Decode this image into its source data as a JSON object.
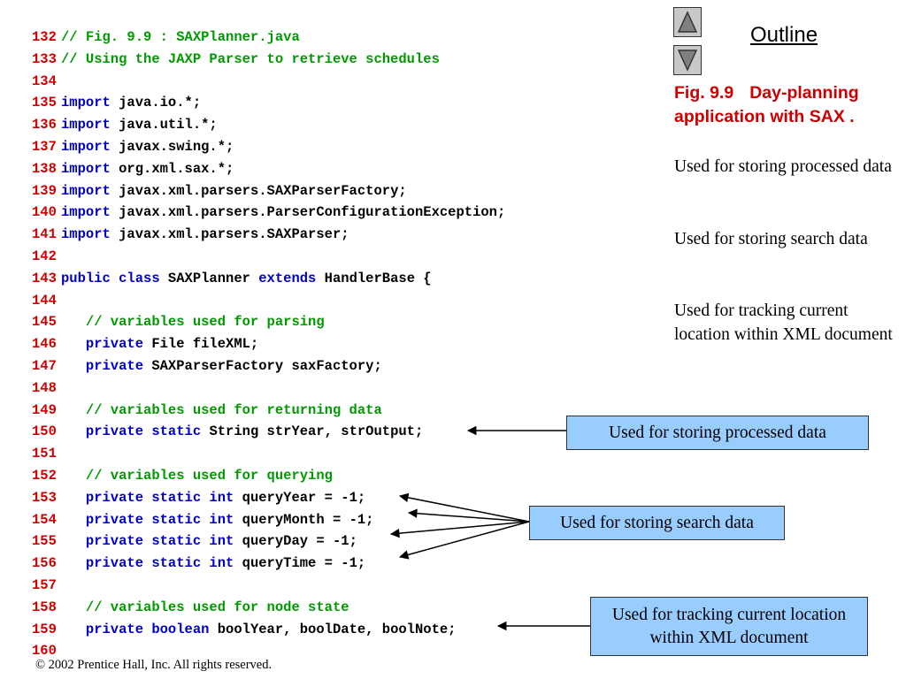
{
  "code_lines": [
    {
      "num": "132",
      "parts": [
        {
          "t": "// Fig. 9.9 : SAXPlanner.java",
          "c": "cm"
        }
      ]
    },
    {
      "num": "133",
      "parts": [
        {
          "t": "// Using the JAXP Parser to retrieve schedules",
          "c": "cm"
        }
      ]
    },
    {
      "num": "134",
      "parts": []
    },
    {
      "num": "135",
      "parts": [
        {
          "t": "import",
          "c": "kw"
        },
        {
          "t": " java.io.*;",
          "c": "tx"
        }
      ]
    },
    {
      "num": "136",
      "parts": [
        {
          "t": "import",
          "c": "kw"
        },
        {
          "t": " java.util.*;",
          "c": "tx"
        }
      ]
    },
    {
      "num": "137",
      "parts": [
        {
          "t": "import",
          "c": "kw"
        },
        {
          "t": " javax.swing.*;",
          "c": "tx"
        }
      ]
    },
    {
      "num": "138",
      "parts": [
        {
          "t": "import",
          "c": "kw"
        },
        {
          "t": " org.xml.sax.*;",
          "c": "tx"
        }
      ]
    },
    {
      "num": "139",
      "parts": [
        {
          "t": "import",
          "c": "kw"
        },
        {
          "t": " javax.xml.parsers.SAXParserFactory;",
          "c": "tx"
        }
      ]
    },
    {
      "num": "140",
      "parts": [
        {
          "t": "import",
          "c": "kw"
        },
        {
          "t": " javax.xml.parsers.ParserConfigurationException;",
          "c": "tx"
        }
      ]
    },
    {
      "num": "141",
      "parts": [
        {
          "t": "import",
          "c": "kw"
        },
        {
          "t": " javax.xml.parsers.SAXParser;",
          "c": "tx"
        }
      ]
    },
    {
      "num": "142",
      "parts": []
    },
    {
      "num": "143",
      "parts": [
        {
          "t": "public class",
          "c": "kw"
        },
        {
          "t": " SAXPlanner ",
          "c": "tx"
        },
        {
          "t": "extends",
          "c": "kw"
        },
        {
          "t": " HandlerBase {",
          "c": "tx"
        }
      ]
    },
    {
      "num": "144",
      "parts": []
    },
    {
      "num": "145",
      "parts": [
        {
          "t": "   // variables used for parsing",
          "c": "cm"
        }
      ]
    },
    {
      "num": "146",
      "parts": [
        {
          "t": "   private",
          "c": "kw"
        },
        {
          "t": " File fileXML;",
          "c": "tx"
        }
      ]
    },
    {
      "num": "147",
      "parts": [
        {
          "t": "   private",
          "c": "kw"
        },
        {
          "t": " SAXParserFactory saxFactory;",
          "c": "tx"
        }
      ]
    },
    {
      "num": "148",
      "parts": []
    },
    {
      "num": "149",
      "parts": [
        {
          "t": "   // variables used for returning data",
          "c": "cm"
        }
      ]
    },
    {
      "num": "150",
      "parts": [
        {
          "t": "   private static",
          "c": "kw"
        },
        {
          "t": " String strYear, strOutput;",
          "c": "tx"
        }
      ]
    },
    {
      "num": "151",
      "parts": []
    },
    {
      "num": "152",
      "parts": [
        {
          "t": "   // variables used for querying",
          "c": "cm"
        }
      ]
    },
    {
      "num": "153",
      "parts": [
        {
          "t": "   private static int",
          "c": "kw"
        },
        {
          "t": " queryYear = -1;",
          "c": "tx"
        }
      ]
    },
    {
      "num": "154",
      "parts": [
        {
          "t": "   private static int",
          "c": "kw"
        },
        {
          "t": " queryMonth = -1;",
          "c": "tx"
        }
      ]
    },
    {
      "num": "155",
      "parts": [
        {
          "t": "   private static int",
          "c": "kw"
        },
        {
          "t": " queryDay = -1;",
          "c": "tx"
        }
      ]
    },
    {
      "num": "156",
      "parts": [
        {
          "t": "   private static int",
          "c": "kw"
        },
        {
          "t": " queryTime = -1;",
          "c": "tx"
        }
      ]
    },
    {
      "num": "157",
      "parts": []
    },
    {
      "num": "158",
      "parts": [
        {
          "t": "   // variables used for node state",
          "c": "cm"
        }
      ]
    },
    {
      "num": "159",
      "parts": [
        {
          "t": "   private boolean",
          "c": "kw"
        },
        {
          "t": " boolYear, boolDate, boolNote;",
          "c": "tx"
        }
      ]
    },
    {
      "num": "160",
      "parts": []
    }
  ],
  "outline": {
    "title": "Outline",
    "up_icon": "triangle-up-icon",
    "down_icon": "triangle-down-icon",
    "caption_label": "Fig. 9.9",
    "caption_text": "Day-planning application with SAX .",
    "notes": [
      "Used for storing processed data",
      "Used for storing search data",
      "Used for tracking current location within XML document"
    ]
  },
  "callouts": [
    "Used for storing processed data",
    "Used for storing search data",
    "Used for tracking current location within XML document"
  ],
  "colors": {
    "line_number": "#cc0000",
    "comment": "#009900",
    "keyword": "#0000cc",
    "caption": "#cc0000",
    "callout_fill": "#99ccff"
  },
  "footer": {
    "copyright": "© 2002 Prentice Hall, Inc.  All rights reserved."
  }
}
